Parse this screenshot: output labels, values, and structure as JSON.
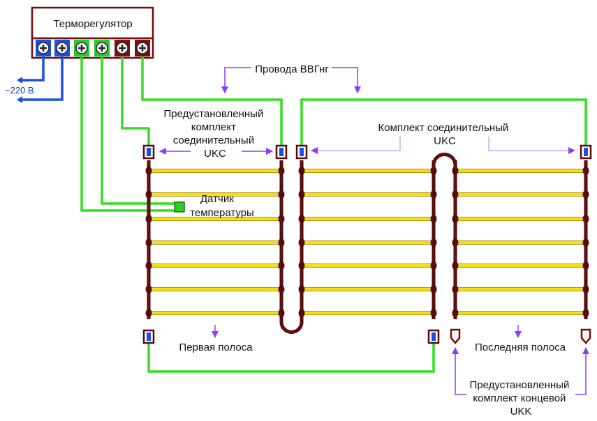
{
  "thermostat": {
    "title": "Терморегулятор"
  },
  "supply": {
    "voltage": "~220 В"
  },
  "labels": {
    "wires": "Провода ВВГнг",
    "preset_ukc": [
      "Предустановленный",
      "комплект",
      "соединительный",
      "UKC"
    ],
    "connector_kit": [
      "Комплект соединительный",
      "UKC"
    ],
    "sensor": [
      "Датчик",
      "температуры"
    ],
    "first_strip": "Первая полоса",
    "last_strip": "Последняя полоса",
    "preset_ukk": [
      "Предустановленный",
      "комплект концевой",
      "UKK"
    ]
  },
  "colors": {
    "green_wire": "#33dd22",
    "blue_wire": "#1a4fe8",
    "power_wire": "#7a0a0a",
    "heating_strip": "#f2de19",
    "arrow": "#8a3cff",
    "arrow_thin": "#c9a6ff",
    "terminal_blue": "#1a4fe8",
    "terminal_green": "#22cc33",
    "terminal_red": "#7a1010"
  },
  "terminals": [
    "blue",
    "blue",
    "green",
    "green",
    "red",
    "red"
  ]
}
